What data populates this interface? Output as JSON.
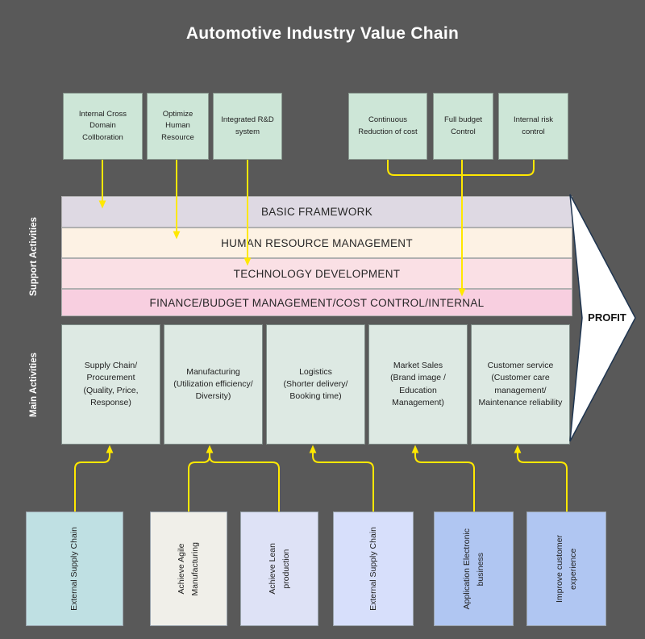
{
  "title": "Automotive Industry Value Chain",
  "side_labels": {
    "support": "Support Activities",
    "main": "Main Activities"
  },
  "profit": {
    "label": "PROFIT"
  },
  "top_boxes": [
    {
      "label": "Internal Cross\nDomain\nCollboration"
    },
    {
      "label": "Optimize\nHuman\nResource"
    },
    {
      "label": "Integrated R&D\nsystem"
    },
    {
      "label": "Continuous\nReduction of cost"
    },
    {
      "label": "Full budget\nControl"
    },
    {
      "label": "Internal risk\ncontrol"
    }
  ],
  "support_bands": [
    {
      "label": "BASIC FRAMEWORK",
      "color": "#ded9e3"
    },
    {
      "label": "HUMAN RESOURCE MANAGEMENT",
      "color": "#fdf2e4"
    },
    {
      "label": "TECHNOLOGY DEVELOPMENT",
      "color": "#fae0e5"
    },
    {
      "label": "FINANCE/BUDGET MANAGEMENT/COST CONTROL/INTERNAL",
      "color": "#f8cfe0"
    }
  ],
  "main_boxes": [
    {
      "label": "Supply Chain/\nProcurement\n(Quality, Price,\nResponse)"
    },
    {
      "label": "Manufacturing\n(Utilization efficiency/\nDiversity)"
    },
    {
      "label": "Logistics\n(Shorter delivery/\nBooking time)"
    },
    {
      "label": "Market Sales\n(Brand image /\nEducation\nManagement)"
    },
    {
      "label": "Customer service\n(Customer care\nmanagement/\nMaintenance reliability"
    }
  ],
  "bottom_boxes": [
    {
      "label": "External Supply Chain",
      "color": "#bfe0e3"
    },
    {
      "label": "Achieve Agile\nManufacturing",
      "color": "#f0efe9"
    },
    {
      "label": "Achieve Lean\nproduction",
      "color": "#dee2f6"
    },
    {
      "label": "External Supply Chain",
      "color": "#d7dffb"
    },
    {
      "label": "Application Electronic\nbusiness",
      "color": "#b0c6f2"
    },
    {
      "label": "Improve customer\nexperience",
      "color": "#b0c6f2"
    }
  ],
  "colors": {
    "background": "#595959",
    "top_box": "#cde6d7",
    "main_box": "#dde9e3",
    "connector": "#ffe800",
    "profit_fill": "#ffffff",
    "profit_stroke": "#1f3550"
  }
}
